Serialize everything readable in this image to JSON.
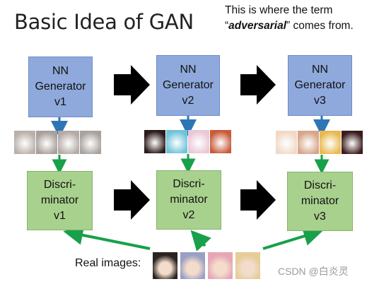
{
  "title": "Basic Idea of GAN",
  "note": {
    "line1": "This is where the term",
    "line2_open": "“",
    "line2_em": "adversarial",
    "line2_rest": "” comes from."
  },
  "generators": [
    {
      "line1": "NN",
      "line2": "Generator",
      "line3": "v1"
    },
    {
      "line1": "NN",
      "line2": "Generator",
      "line3": "v2"
    },
    {
      "line1": "NN",
      "line2": "Generator",
      "line3": "v3"
    }
  ],
  "discriminators": [
    {
      "line1": "Discri-",
      "line2": "minator",
      "line3": "v1"
    },
    {
      "line1": "Discri-",
      "line2": "minator",
      "line3": "v2"
    },
    {
      "line1": "Discri-",
      "line2": "minator",
      "line3": "v3"
    }
  ],
  "real_images_label": "Real images:",
  "watermark": "CSDN @白炎灵",
  "colors": {
    "generator_fill": "#8fa9dc",
    "discriminator_fill": "#a9d18e",
    "blue_arrow": "#2e75b6",
    "green_arrow": "#18a04a",
    "black_arrow": "#000000"
  },
  "generated_samples": [
    [
      "#b9b0aa",
      "#a79f9b",
      "#b3aaa6",
      "#a8a29e"
    ],
    [
      "#2a1a18",
      "#6fc3da",
      "#e9c8d6",
      "#c85a3a"
    ],
    [
      "#f1d9c6",
      "#d7a58a",
      "#e8b950",
      "#3b1b1c"
    ]
  ],
  "real_samples": [
    "#2b2320",
    "#9a9fc4",
    "#e6a6b5",
    "#e6cc96"
  ]
}
